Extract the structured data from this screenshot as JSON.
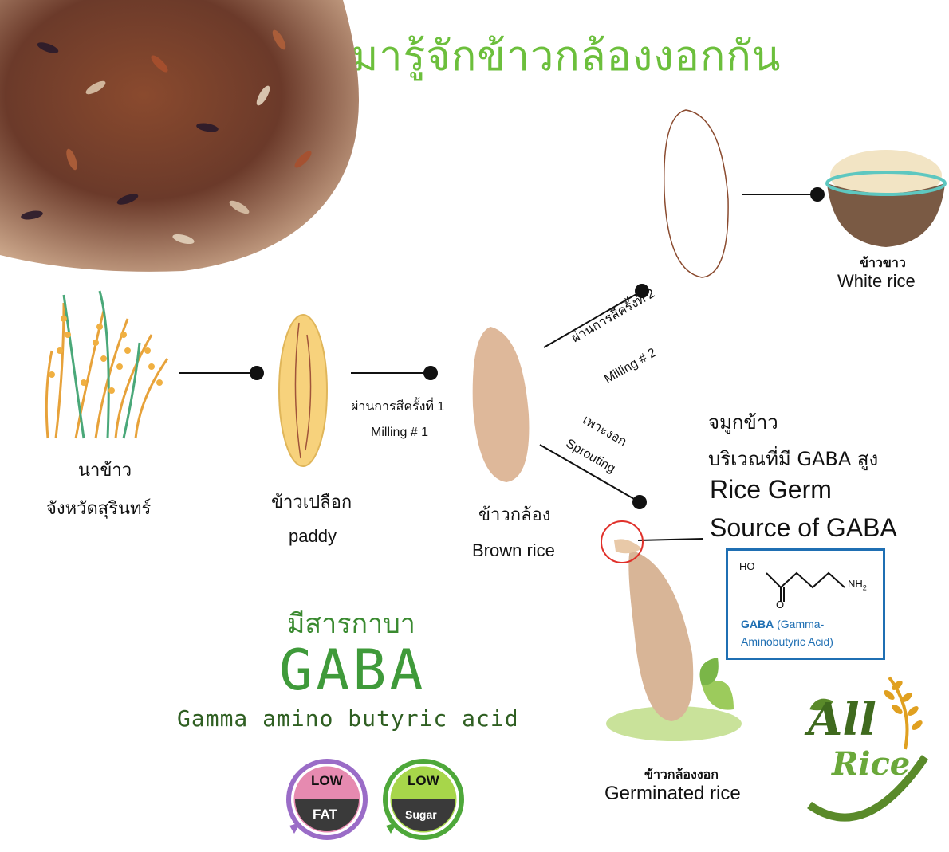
{
  "title": "มารู้จักข้าวกล้องงอกกัน",
  "stages": {
    "field": {
      "label_th": "นาข้าว",
      "location": "จังหวัดสุรินทร์"
    },
    "paddy": {
      "label_th": "ข้าวเปลือก",
      "label_en": "paddy"
    },
    "brown": {
      "label_th": "ข้าวกล้อง",
      "label_en": "Brown rice"
    },
    "white": {
      "label_th": "ข้าวขาว",
      "label_en": "White rice"
    },
    "germinated": {
      "label_th": "ข้าวกล้องงอก",
      "label_en": "Germinated rice"
    }
  },
  "steps": {
    "milling1": {
      "th": "ผ่านการสีครั้งที่ 1",
      "en": "Milling # 1"
    },
    "milling2": {
      "th": "ผ่านการสีครั้งที่ 2",
      "en": "Milling # 2"
    },
    "sprouting": {
      "th": "เพาะงอก",
      "en": "Sprouting"
    }
  },
  "germ": {
    "line1": "จมูกข้าว",
    "line2": "บริเวณที่มี GABA สูง",
    "line3": "Rice Germ",
    "line4": "Source of GABA"
  },
  "chemical": {
    "ho": "HO",
    "o": "O",
    "nh2": "NH",
    "nh2_sub": "2",
    "name_bold": "GABA",
    "name_rest": "(Gamma-",
    "name_line2": "Aminobutyric Acid)"
  },
  "gaba_section": {
    "thai": "มีสารกาบา",
    "name": "GABA",
    "full": "Gamma amino butyric acid"
  },
  "badges": [
    {
      "top": "LOW",
      "bottom": "FAT",
      "color": "#e68ab0",
      "arrow_color": "#9a6cc7"
    },
    {
      "top": "LOW",
      "bottom": "Sugar",
      "color": "#a7d64a",
      "arrow_color": "#4ea83a"
    }
  ],
  "logo": {
    "line1": "All",
    "line2": "Rice"
  },
  "colors": {
    "title": "#6cbf3c",
    "gaba": "#3f9a3a",
    "box_border": "#1f6fb3",
    "logo_green": "#5a8a2a",
    "logo_orange": "#e0a020"
  }
}
